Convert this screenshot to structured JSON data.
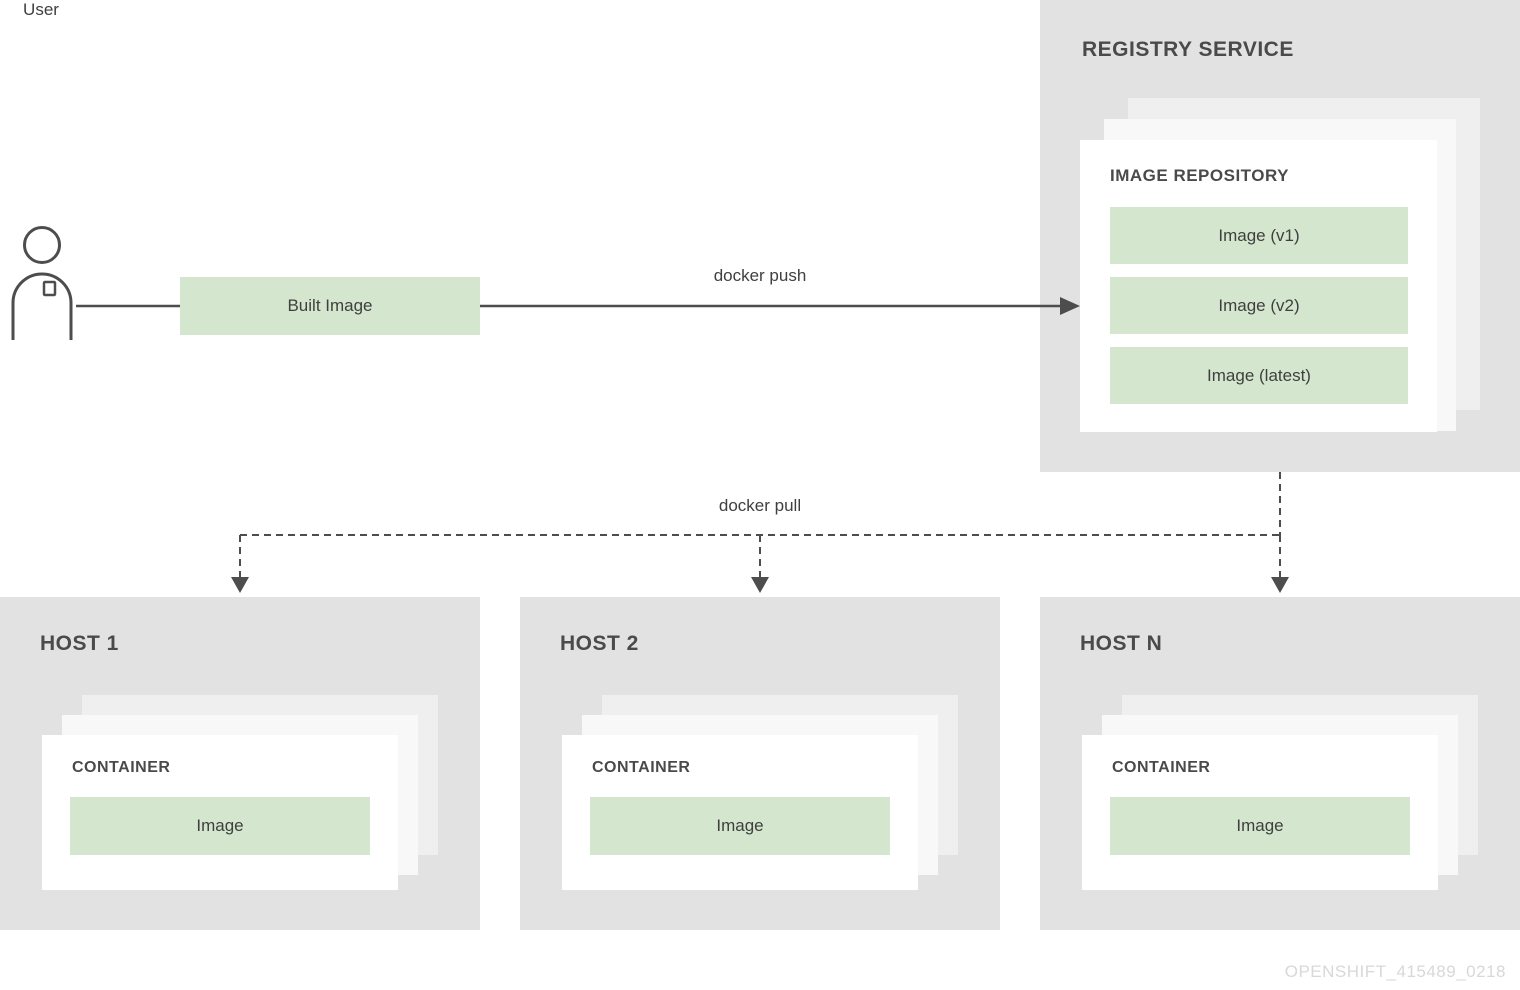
{
  "colors": {
    "panel_bg": "#e2e2e2",
    "green_box": "#d5e6cf",
    "text": "#4a4a4a",
    "arrow": "#4d4d4d",
    "watermark": "#d8d8d8"
  },
  "user": {
    "label": "User"
  },
  "built_image": {
    "label": "Built Image"
  },
  "flow": {
    "push_label": "docker push",
    "pull_label": "docker pull"
  },
  "registry": {
    "title": "REGISTRY SERVICE",
    "repo_title": "IMAGE REPOSITORY",
    "images": [
      {
        "label": "Image (v1)"
      },
      {
        "label": "Image (v2)"
      },
      {
        "label": "Image (latest)"
      }
    ]
  },
  "hosts": [
    {
      "title": "HOST 1",
      "container_title": "CONTAINER",
      "image_label": "Image"
    },
    {
      "title": "HOST 2",
      "container_title": "CONTAINER",
      "image_label": "Image"
    },
    {
      "title": "HOST N",
      "container_title": "CONTAINER",
      "image_label": "Image"
    }
  ],
  "watermark": {
    "text": "OPENSHIFT_415489_0218"
  }
}
